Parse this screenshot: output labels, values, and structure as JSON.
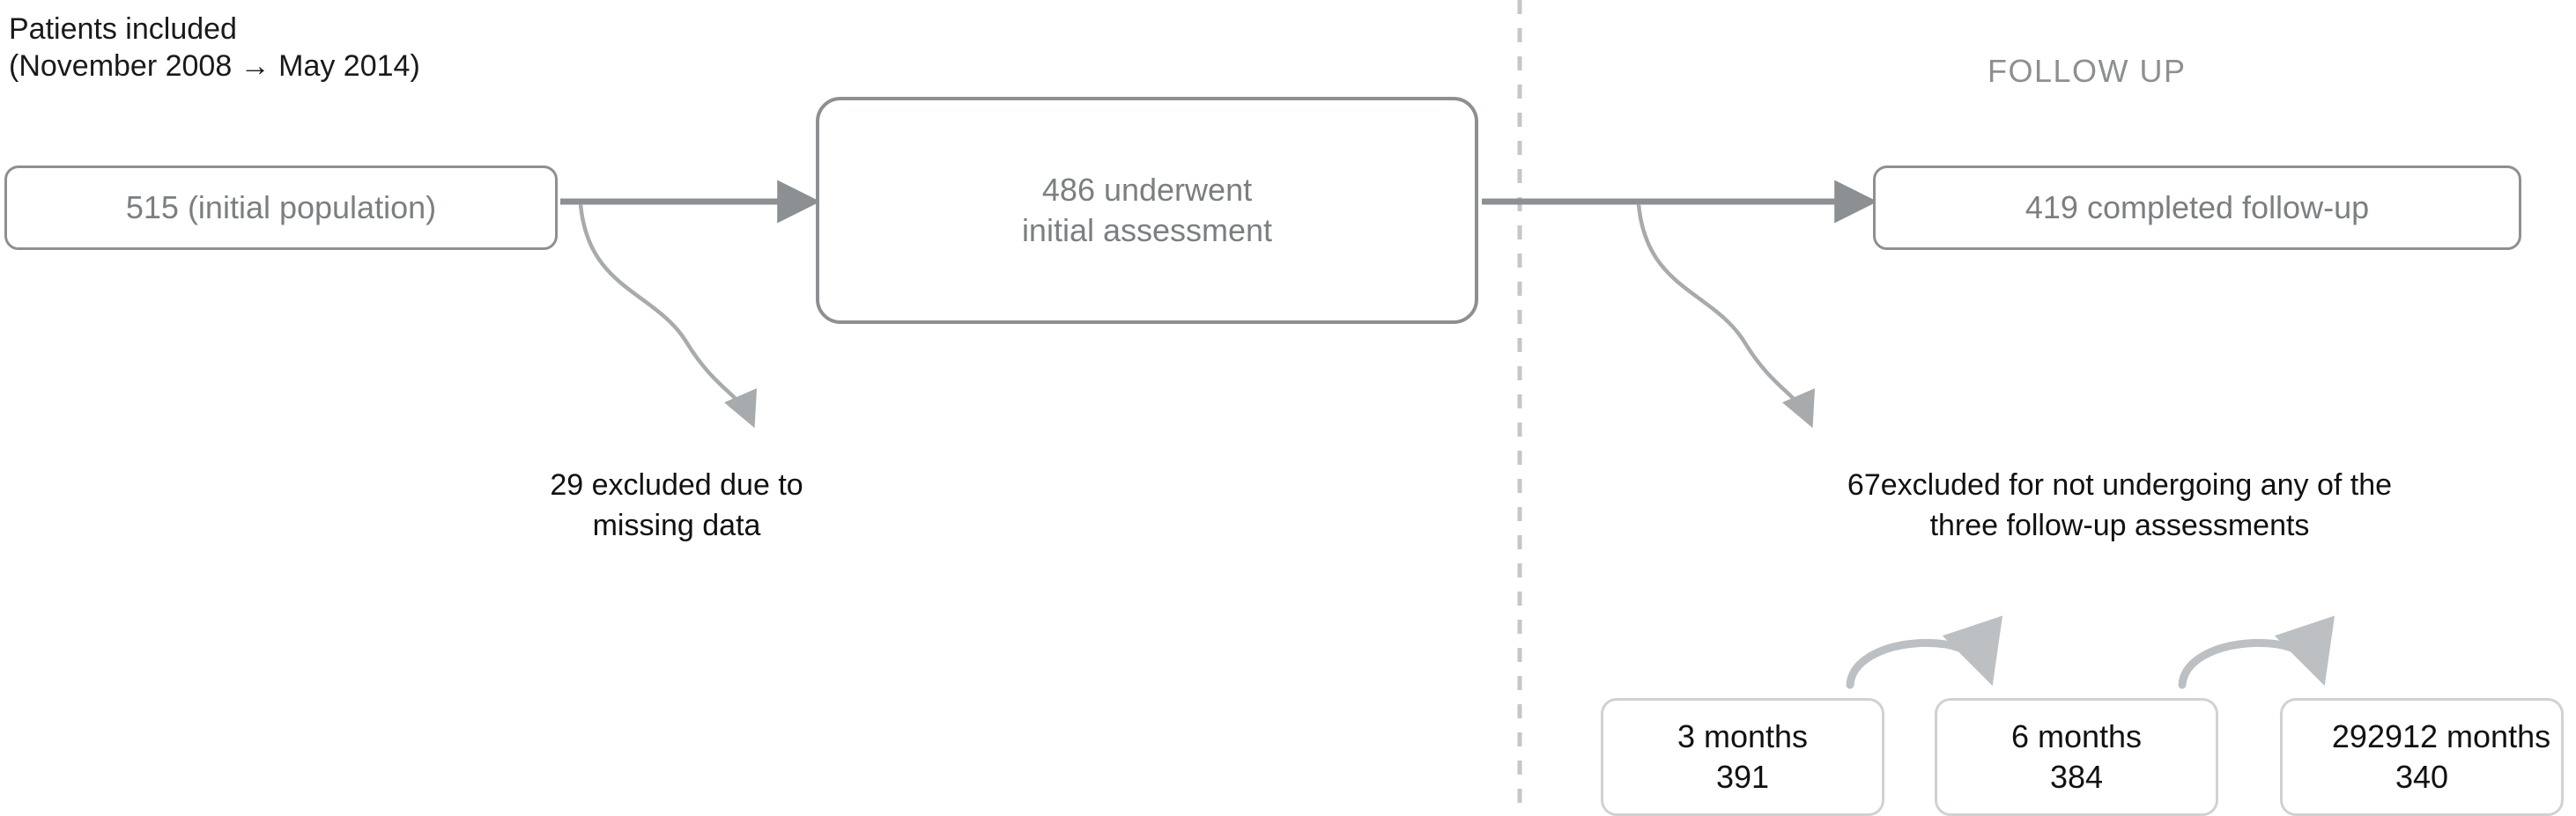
{
  "figure": {
    "type": "flowchart",
    "subtitle_lines": [
      "Patients included",
      "(November 2008 → May 2014)"
    ],
    "divider": {
      "style": "dashed",
      "color": "#c4c7c9"
    },
    "section_label": "FOLLOW UP"
  },
  "nodes": {
    "initial": {
      "text": "515 (initial population)"
    },
    "assessment": {
      "line1": "486 underwent",
      "line2": "initial assessment"
    },
    "completed": {
      "text": "419 completed follow-up"
    }
  },
  "exclusions": {
    "left": {
      "count": "29",
      "line1": "29 excluded due to",
      "line2": "missing data"
    },
    "right": {
      "count": "67",
      "line1_count": "67",
      "line1_rest": "excluded for not undergoing any of the",
      "line2": "three follow-up assessments"
    }
  },
  "followup_boxes": [
    {
      "label": "3 months",
      "value": "391"
    },
    {
      "label": "6 months",
      "value": "384"
    },
    {
      "label": "292912 months",
      "value": "340"
    }
  ],
  "colors": {
    "node_border": "#8d9092",
    "node_text": "#7b7f81",
    "arrow": "#8d9092",
    "thin_arrow": "#a8abad",
    "body_text": "#111111",
    "mbox_border": "#cfd2d4",
    "divider": "#c4c7c9"
  }
}
